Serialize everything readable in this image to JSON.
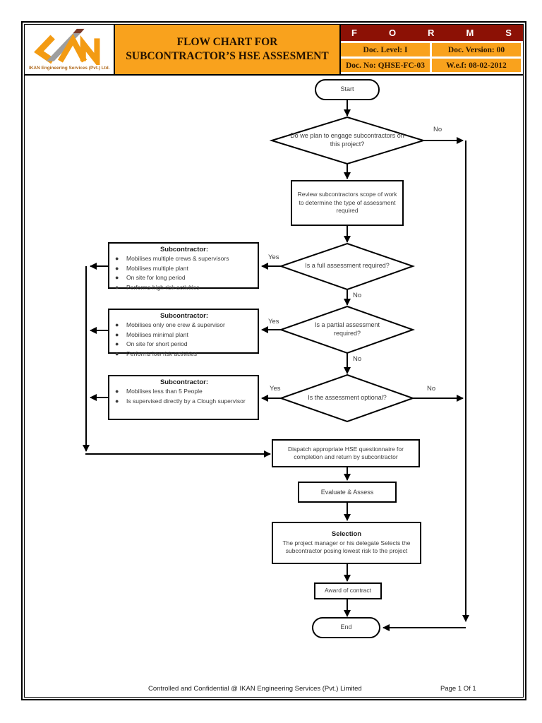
{
  "header": {
    "logo_caption": "IKAN Engineering Services (Pvt.) Ltd.",
    "title_line1": "FLOW CHART FOR",
    "title_line2": "SUBCONTRACTOR’S HSE ASSESMENT",
    "forms": {
      "banner": "FORMS",
      "doc_level": "Doc. Level: I",
      "doc_version": "Doc. Version: 00",
      "doc_no": "Doc. No: QHSE-FC-03",
      "wef": "W.e.f: 08-02-2012"
    }
  },
  "colors": {
    "accent_orange": "#F9A21D",
    "banner_maroon": "#8C1105",
    "line_black": "#000000"
  },
  "flowchart": {
    "start": "Start",
    "end": "End",
    "q_engage": "Do we plan to engage subcontractors on this project?",
    "review": "Review subcontractors scope of work to determine the type of assessment required",
    "q_full": "Is a full assessment required?",
    "q_partial": "Is a partial assessment required?",
    "q_optional": "Is the assessment optional?",
    "labels": {
      "yes": "Yes",
      "no": "No"
    },
    "boxes": [
      {
        "heading": "Subcontractor:",
        "bullets": [
          "Mobilises multiple crews & supervisors",
          "Mobilises multiple plant",
          "On site for long period",
          "Performs high risk activities"
        ]
      },
      {
        "heading": "Subcontractor:",
        "bullets": [
          "Mobilises only one crew & supervisor",
          "Mobilises minimal plant",
          "On site for short period",
          "Performs low risk activities"
        ]
      },
      {
        "heading": "Subcontractor:",
        "bullets": [
          "Mobilises less than 5 People",
          "Is supervised directly by a Clough supervisor"
        ]
      }
    ],
    "dispatch": "Dispatch appropriate HSE questionnaire for completion and return by subcontractor",
    "evaluate": "Evaluate & Assess",
    "selection_heading": "Selection",
    "selection_body": "The project manager or his delegate Selects the subcontractor posing lowest risk to the project",
    "award": "Award of contract"
  },
  "footer": {
    "left": "Controlled and Confidential @ IKAN Engineering Services (Pvt.) Limited",
    "right": "Page 1 Of 1"
  }
}
